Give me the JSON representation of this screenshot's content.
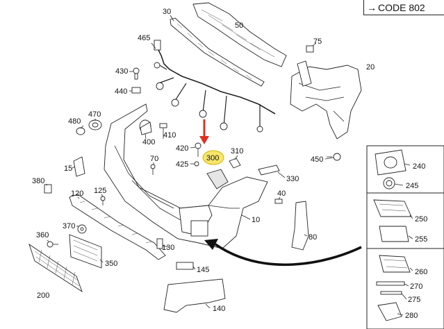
{
  "header": {
    "code_label": "CODE 802",
    "code_arrow": "→"
  },
  "colors": {
    "highlight": "#f7e56a",
    "pointer_arrow": "#e03020",
    "lines": "#222222"
  },
  "callouts": [
    {
      "id": "30",
      "text": "30"
    },
    {
      "id": "50",
      "text": "50"
    },
    {
      "id": "75",
      "text": "75"
    },
    {
      "id": "20",
      "text": "20"
    },
    {
      "id": "465",
      "text": "465"
    },
    {
      "id": "430",
      "text": "430"
    },
    {
      "id": "440",
      "text": "440"
    },
    {
      "id": "470",
      "text": "470"
    },
    {
      "id": "480",
      "text": "480"
    },
    {
      "id": "400",
      "text": "400"
    },
    {
      "id": "410",
      "text": "410"
    },
    {
      "id": "420",
      "text": "420"
    },
    {
      "id": "425",
      "text": "425"
    },
    {
      "id": "300",
      "text": "300",
      "highlighted": true
    },
    {
      "id": "310",
      "text": "310"
    },
    {
      "id": "450",
      "text": "450"
    },
    {
      "id": "15",
      "text": "15"
    },
    {
      "id": "70",
      "text": "70"
    },
    {
      "id": "330",
      "text": "330"
    },
    {
      "id": "380",
      "text": "380"
    },
    {
      "id": "120",
      "text": "120"
    },
    {
      "id": "125",
      "text": "125"
    },
    {
      "id": "40",
      "text": "40"
    },
    {
      "id": "10",
      "text": "10"
    },
    {
      "id": "370",
      "text": "370"
    },
    {
      "id": "360",
      "text": "360"
    },
    {
      "id": "130",
      "text": "130"
    },
    {
      "id": "350",
      "text": "350"
    },
    {
      "id": "80",
      "text": "80"
    },
    {
      "id": "145",
      "text": "145"
    },
    {
      "id": "200",
      "text": "200"
    },
    {
      "id": "140",
      "text": "140"
    },
    {
      "id": "240",
      "text": "240"
    },
    {
      "id": "245",
      "text": "245"
    },
    {
      "id": "250",
      "text": "250"
    },
    {
      "id": "255",
      "text": "255"
    },
    {
      "id": "260",
      "text": "260"
    },
    {
      "id": "270",
      "text": "270"
    },
    {
      "id": "275",
      "text": "275"
    },
    {
      "id": "280",
      "text": "280"
    }
  ]
}
